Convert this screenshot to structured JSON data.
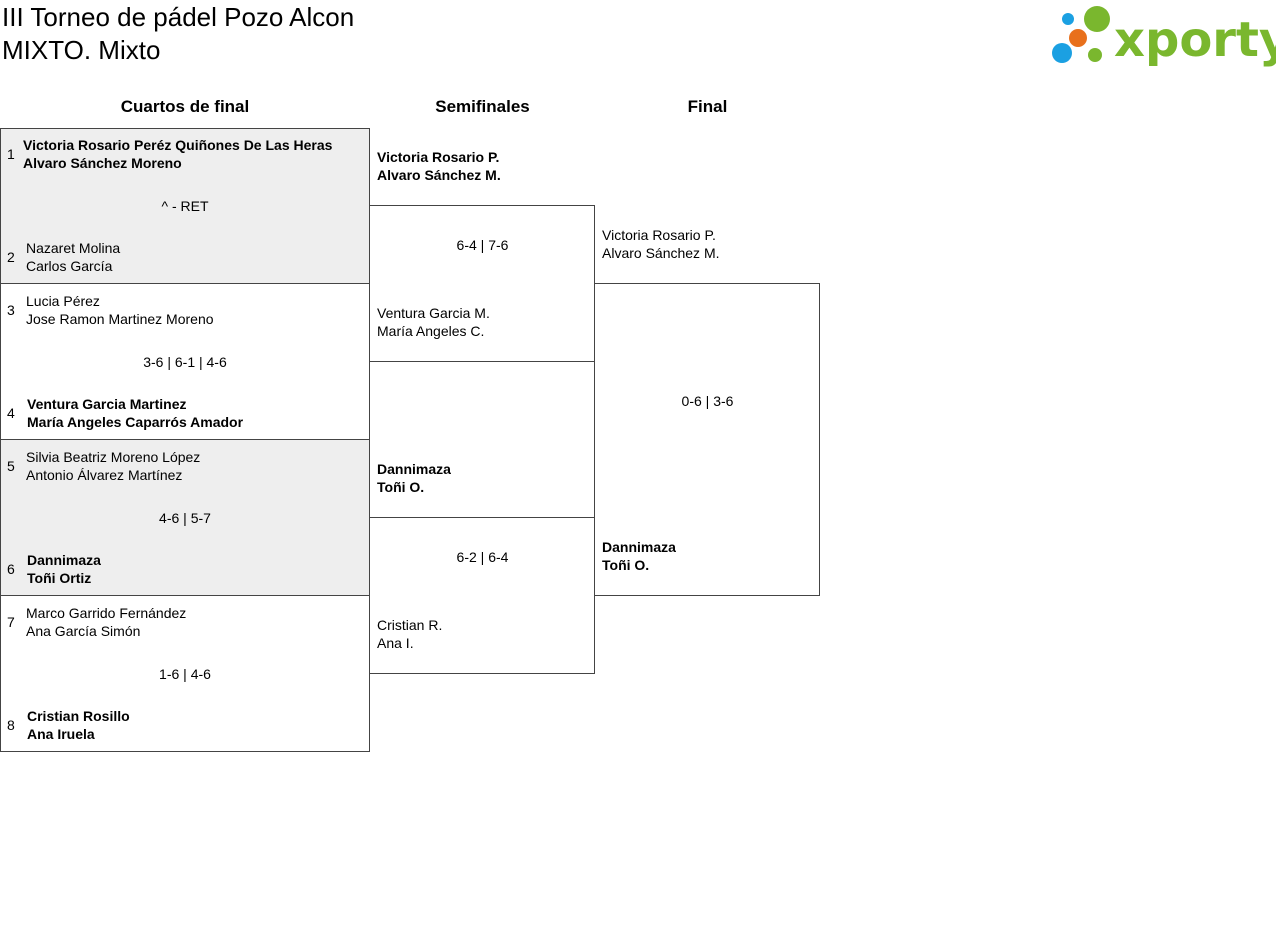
{
  "header": {
    "title_line1": "III Torneo de pádel Pozo Alcon",
    "title_line2": "MIXTO. Mixto",
    "logo_text": "xporty"
  },
  "rounds": {
    "quarterfinals": "Cuartos de final",
    "semifinals": "Semifinales",
    "final": "Final"
  },
  "quarterfinals": [
    {
      "shaded": true,
      "top": {
        "seed": "1",
        "p1": "Victoria Rosario Peréz Quiñones De Las Heras",
        "p2": "Alvaro Sánchez Moreno",
        "winner": true
      },
      "score": "^ - RET",
      "bottom": {
        "seed": "2",
        "p1": "Nazaret Molina",
        "p2": "Carlos García",
        "winner": false
      }
    },
    {
      "shaded": false,
      "top": {
        "seed": "3",
        "p1": "Lucia Pérez",
        "p2": "Jose Ramon Martinez Moreno",
        "winner": false
      },
      "score": "3-6 | 6-1 | 4-6",
      "bottom": {
        "seed": "4",
        "p1": "Ventura Garcia Martinez",
        "p2": "María Angeles Caparrós Amador",
        "winner": true
      }
    },
    {
      "shaded": true,
      "top": {
        "seed": "5",
        "p1": "Silvia Beatriz Moreno López",
        "p2": "Antonio Álvarez Martínez",
        "winner": false
      },
      "score": "4-6 | 5-7",
      "bottom": {
        "seed": "6",
        "p1": "Dannimaza",
        "p2": "Toñi Ortiz",
        "winner": true
      }
    },
    {
      "shaded": false,
      "top": {
        "seed": "7",
        "p1": "Marco Garrido Fernández",
        "p2": "Ana García Simón",
        "winner": false
      },
      "score": "1-6 | 4-6",
      "bottom": {
        "seed": "8",
        "p1": "Cristian Rosillo",
        "p2": "Ana Iruela",
        "winner": true
      }
    }
  ],
  "semifinals": [
    {
      "top": {
        "p1": "Victoria Rosario P.",
        "p2": "Alvaro Sánchez M.",
        "winner": true
      },
      "score": "6-4 | 7-6",
      "bottom": {
        "p1": "Ventura Garcia M.",
        "p2": "María Angeles C.",
        "winner": false
      }
    },
    {
      "top": {
        "p1": "Dannimaza",
        "p2": "Toñi O.",
        "winner": true
      },
      "score": "6-2 | 6-4",
      "bottom": {
        "p1": "Cristian R.",
        "p2": "Ana I.",
        "winner": false
      }
    }
  ],
  "final": {
    "top": {
      "p1": "Victoria Rosario P.",
      "p2": "Alvaro Sánchez M.",
      "winner": false
    },
    "score": "0-6 | 3-6",
    "bottom": {
      "p1": "Dannimaza",
      "p2": "Toñi O.",
      "winner": true
    }
  },
  "colors": {
    "shade": "#eeeeee",
    "logo_green": "#7ab72e",
    "logo_blue": "#1ba0e2",
    "logo_orange": "#e8701c"
  }
}
